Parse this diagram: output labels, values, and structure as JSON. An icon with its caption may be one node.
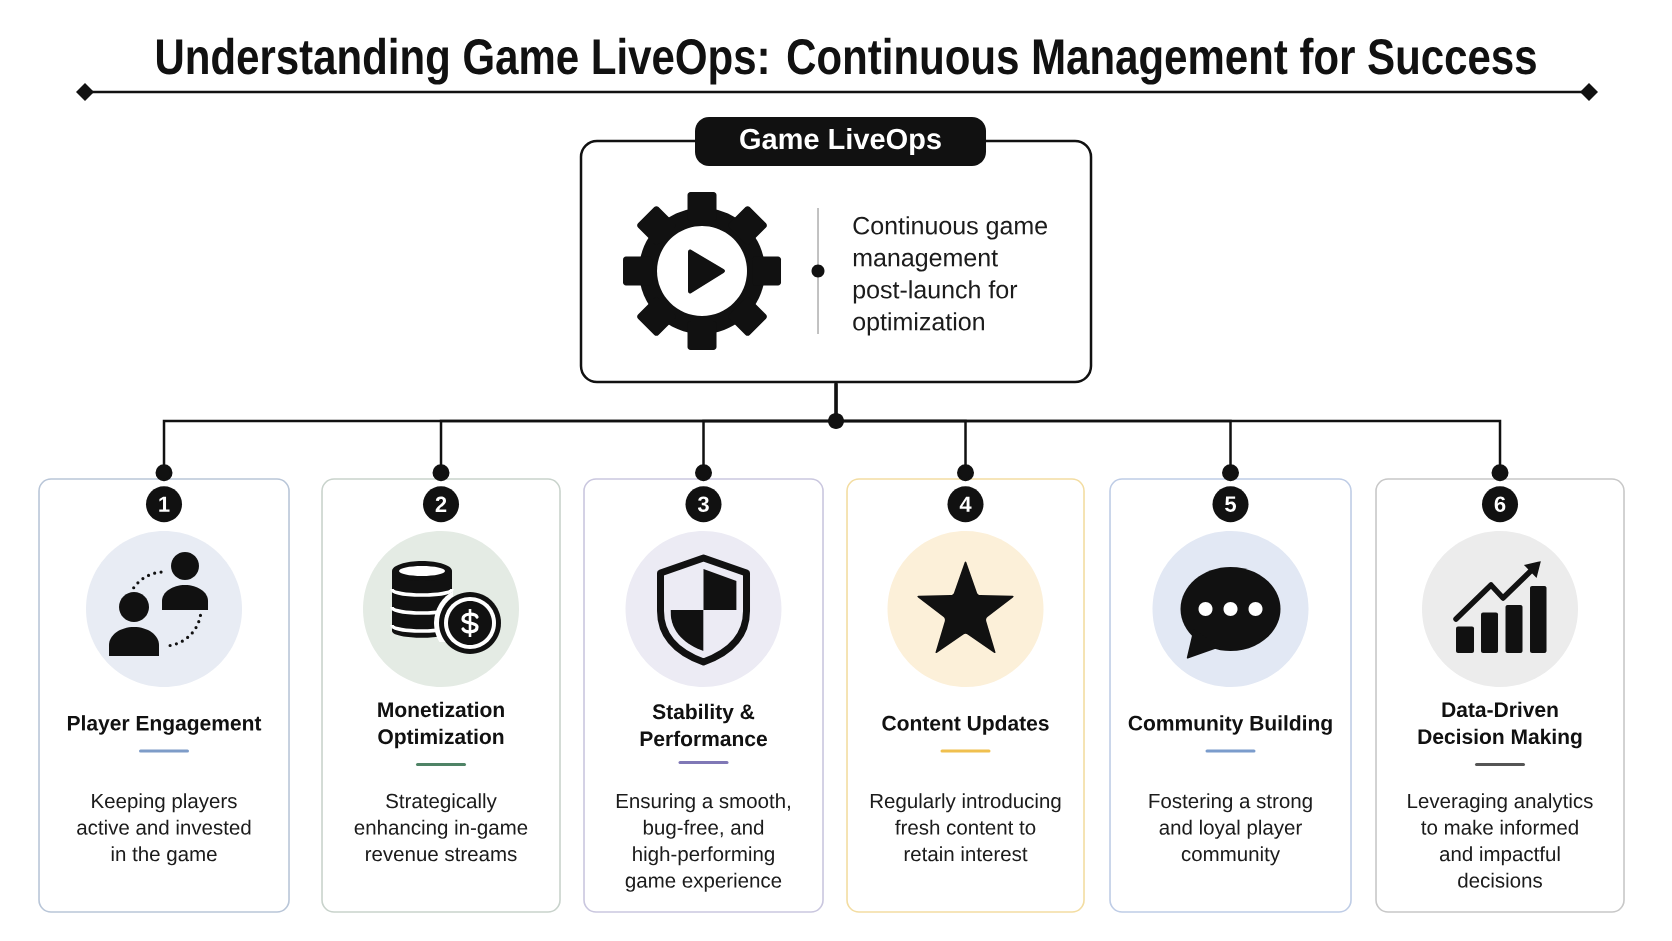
{
  "diagram": {
    "title": "Understanding Game LiveOps: Continuous Management for Success",
    "nodes": [
      {
        "text": [
          "Game LiveOps",
          "Continuous game management post-launch for optimization"
        ]
      },
      {
        "text": [
          "Player Engagement",
          "Keeping players active and invested in the game"
        ]
      },
      {
        "text": [
          "1"
        ],
        "in": 1
      },
      {
        "text": [
          "Monetization Optimization",
          "Strategically enhancing in-game revenue streams"
        ]
      },
      {
        "text": [
          "2"
        ],
        "in": 3
      },
      {
        "text": [
          "Stability & Performance",
          "Ensuring a smooth, bug-free, and high-performing game experience"
        ]
      },
      {
        "text": [
          "3"
        ],
        "in": 5
      },
      {
        "text": [
          "Content Updates",
          "Regularly introducing fresh content to retain interest"
        ]
      },
      {
        "text": [
          "4"
        ],
        "in": 7
      },
      {
        "text": [
          "Community Building",
          "Fostering a strong and loyal player community"
        ]
      },
      {
        "text": [
          "5"
        ],
        "in": 9
      },
      {
        "text": [
          "Data-Driven Decision Making",
          "Leveraging analytics to make informed and impactful decisions"
        ]
      },
      {
        "text": [
          "6"
        ],
        "in": 11
      }
    ],
    "edges": [
      {
        "from": 0,
        "to": 1,
        "arrow": "other"
      },
      {
        "from": 0,
        "to": 3,
        "arrow": "other"
      },
      {
        "from": 0,
        "to": 5,
        "arrow": "other"
      },
      {
        "from": 0,
        "to": 7,
        "arrow": "other"
      },
      {
        "from": 0,
        "to": 9,
        "arrow": "other"
      },
      {
        "from": 0,
        "to": 11,
        "arrow": "other"
      }
    ]
  }
}
